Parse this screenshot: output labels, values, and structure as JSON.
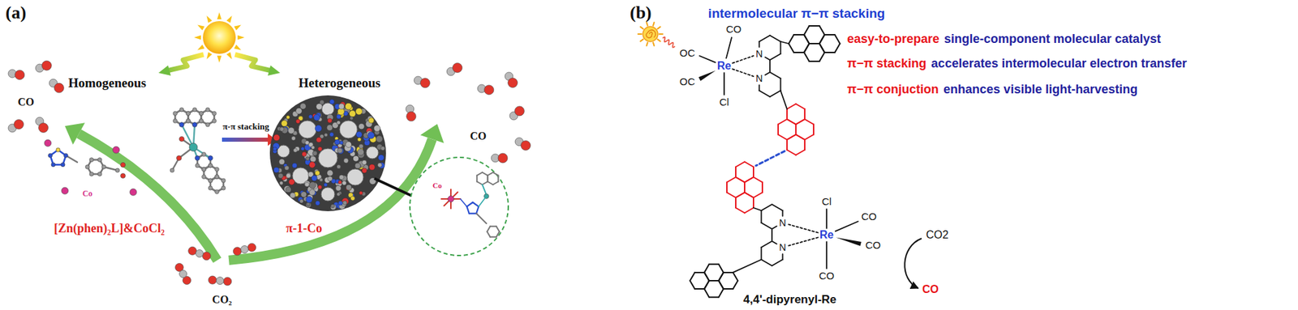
{
  "diagram": {
    "labels": [
      "(a)",
      "Homogeneous",
      "Heterogeneous",
      "π-π stacking",
      "CO",
      "Co",
      "CO",
      "Co",
      "[Zn(phen)₂L]&CoCl₂",
      "π-1-Co",
      "CO₂",
      "(b)",
      "intermolecular π−π stacking",
      "easy-to-prepare",
      "single-component molecular catalyst",
      "π−π stacking",
      "accelerates intermolecular electron transfer",
      "π−π conjuction",
      "enhances visible light-harvesting",
      "CO",
      "OC",
      "Re",
      "N",
      "OC",
      "N",
      "Cl",
      "Cl",
      "CO",
      "N",
      "Re",
      "CO",
      "N",
      "CO",
      "CO2",
      "CO",
      "4,4'-dipyrenyl-Re"
    ]
  }
}
